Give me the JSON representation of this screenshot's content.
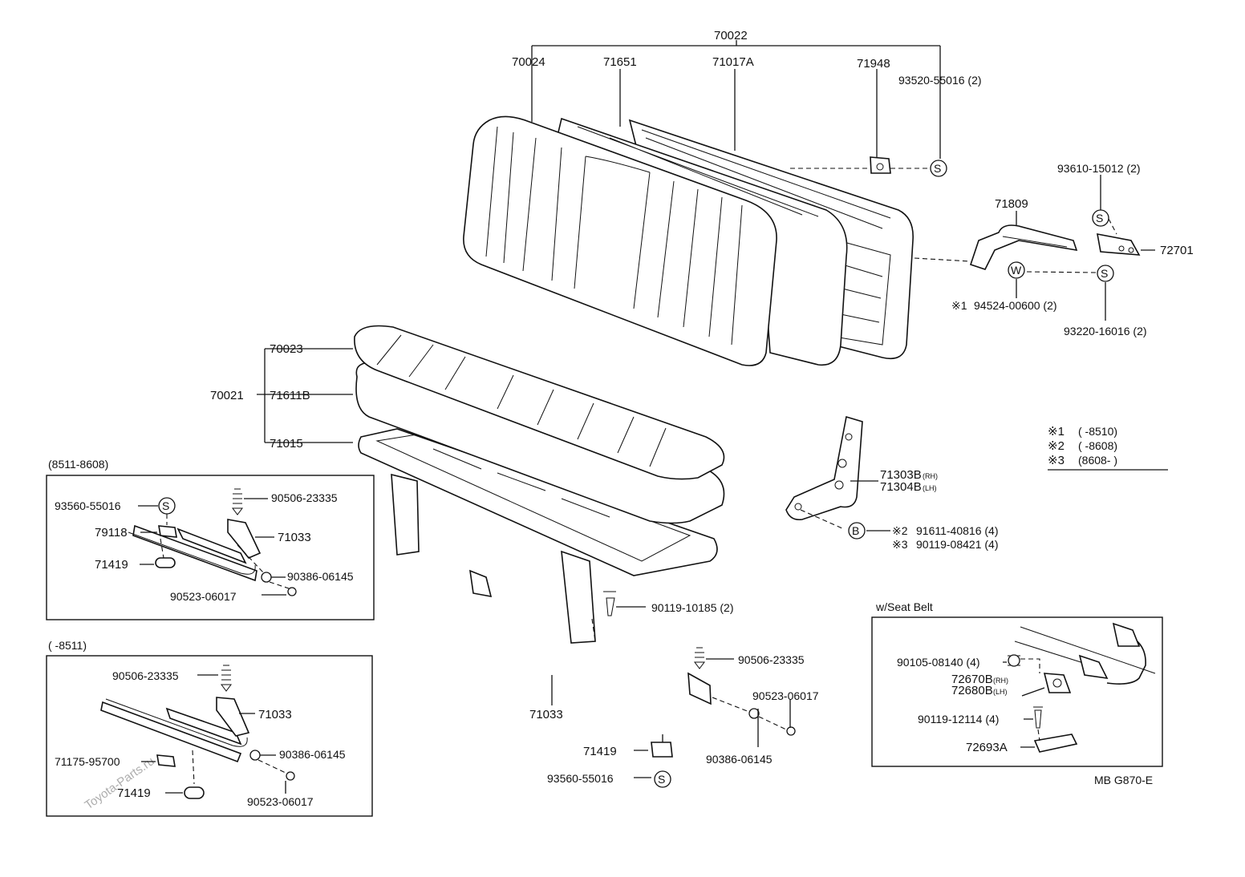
{
  "watermark": "Toyota-Parts.ru",
  "diagram_code": "MB G870-E",
  "symbols": {
    "s": "S",
    "w": "W",
    "b": "B"
  },
  "notes": [
    {
      "mark": "※1",
      "range": "(        -8510)"
    },
    {
      "mark": "※2",
      "range": "(        -8608)"
    },
    {
      "mark": "※3",
      "range": "(8608-         )"
    }
  ],
  "main": {
    "p70022": "70022",
    "p70024": "70024",
    "p71651": "71651",
    "p71017A": "71017A",
    "p71948": "71948",
    "p93520": "93520-55016 (2)",
    "p93610": "93610-15012 (2)",
    "p71809": "71809",
    "p72701": "72701",
    "p94524_mark": "※1",
    "p94524": "94524-00600 (2)",
    "p93220": "93220-16016 (2)",
    "p70023": "70023",
    "p70021": "70021",
    "p71611B": "71611B",
    "p71015": "71015",
    "p71303B": "71303B",
    "p71303B_sfx": "(RH)",
    "p71304B": "71304B",
    "p71304B_sfx": "(LH)",
    "p91611_mark": "※2",
    "p91611": "91611-40816 (4)",
    "p90119a_mark": "※3",
    "p90119a": "90119-08421 (4)",
    "p90119b": "90119-10185 (2)",
    "p71033": "71033",
    "p90506": "90506-23335",
    "p90523": "90523-06017",
    "p90386": "90386-06145",
    "p71419": "71419",
    "p93560": "93560-55016"
  },
  "box1": {
    "title": "(8511-8608)",
    "p93560": "93560-55016",
    "p79118": "79118",
    "p71419": "71419",
    "p90506": "90506-23335",
    "p71033": "71033",
    "p90386": "90386-06145",
    "p90523": "90523-06017"
  },
  "box2": {
    "title": "(        -8511)",
    "p90506": "90506-23335",
    "p71033": "71033",
    "p90386": "90386-06145",
    "p71175": "71175-95700",
    "p71419": "71419",
    "p90523": "90523-06017"
  },
  "box3": {
    "title": "w/Seat Belt",
    "p90105": "90105-08140 (4)",
    "p72670B": "72670B",
    "p72670B_sfx": "(RH)",
    "p72680B": "72680B",
    "p72680B_sfx": "(LH)",
    "p90119": "90119-12114 (4)",
    "p72693A": "72693A"
  }
}
